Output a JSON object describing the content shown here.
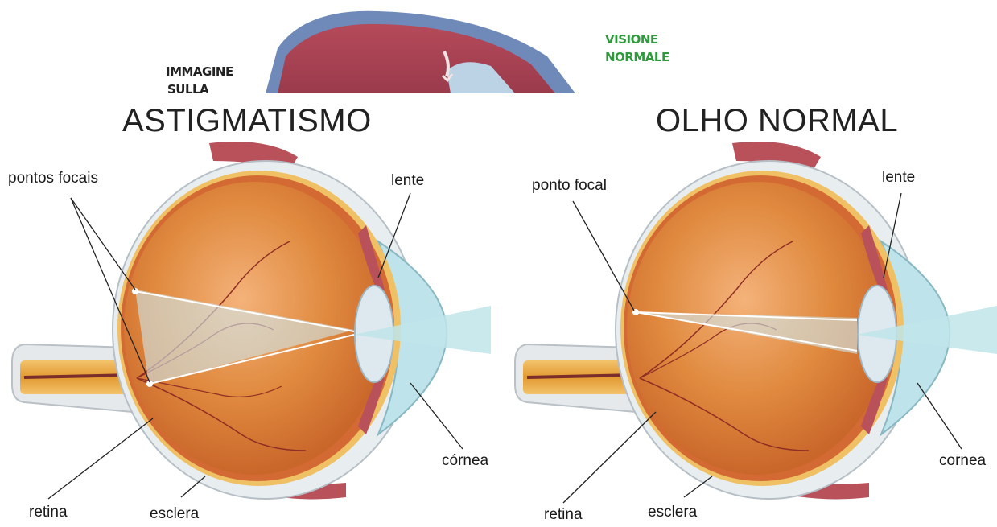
{
  "top_strip": {
    "left_caption_line1": "IMMAGINE",
    "left_caption_line2": "SULLA",
    "right_caption_line1": "VISIONE",
    "right_caption_line2": "NORMALE"
  },
  "panels": [
    {
      "title": "ASTIGMATISMO",
      "labels": {
        "focal": "pontos focais",
        "lens": "lente",
        "cornea": "córnea",
        "retina": "retina",
        "sclera": "esclera"
      }
    },
    {
      "title": "OLHO NORMAL",
      "labels": {
        "focal": "ponto focal",
        "lens": "lente",
        "cornea": "cornea",
        "retina": "retina",
        "sclera": "esclera"
      }
    }
  ],
  "colors": {
    "eyeball": "#d9772f",
    "eyeball_light": "#f4b27a",
    "sclera": "#e9eef1",
    "cornea": "#bfe3ea",
    "light_beam": "#bfe5ea",
    "nerve": "#e2a03c"
  }
}
